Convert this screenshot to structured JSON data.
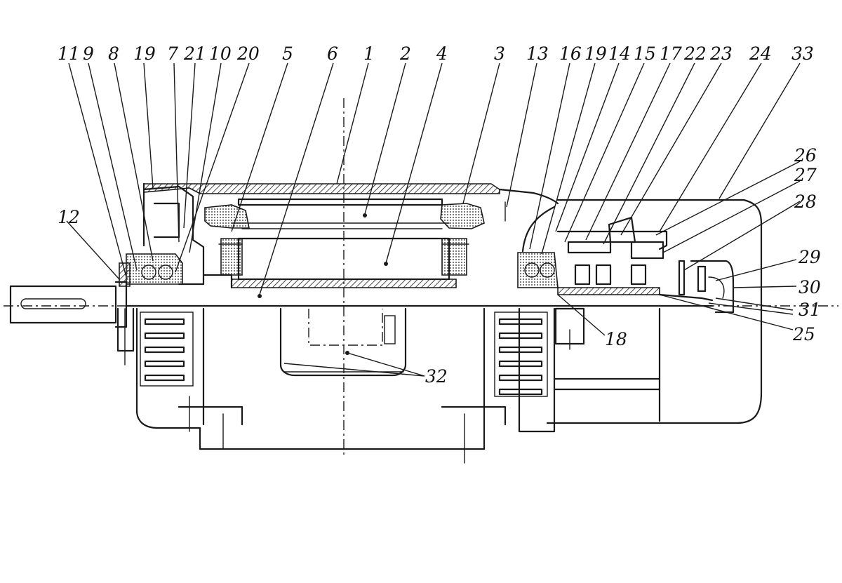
{
  "figure": {
    "callouts": [
      {
        "id": "c11",
        "text": "11"
      },
      {
        "id": "c9",
        "text": "9"
      },
      {
        "id": "c8",
        "text": "8"
      },
      {
        "id": "c19a",
        "text": "19"
      },
      {
        "id": "c7",
        "text": "7"
      },
      {
        "id": "c21",
        "text": "21"
      },
      {
        "id": "c10",
        "text": "10"
      },
      {
        "id": "c20",
        "text": "20"
      },
      {
        "id": "c5",
        "text": "5"
      },
      {
        "id": "c6",
        "text": "6"
      },
      {
        "id": "c1",
        "text": "1"
      },
      {
        "id": "c2",
        "text": "2"
      },
      {
        "id": "c4",
        "text": "4"
      },
      {
        "id": "c3",
        "text": "3"
      },
      {
        "id": "c13",
        "text": "13"
      },
      {
        "id": "c16",
        "text": "16"
      },
      {
        "id": "c19b",
        "text": "19"
      },
      {
        "id": "c14",
        "text": "14"
      },
      {
        "id": "c15",
        "text": "15"
      },
      {
        "id": "c17",
        "text": "17"
      },
      {
        "id": "c22",
        "text": "22"
      },
      {
        "id": "c23",
        "text": "23"
      },
      {
        "id": "c24",
        "text": "24"
      },
      {
        "id": "c33",
        "text": "33"
      },
      {
        "id": "c12",
        "text": "12"
      },
      {
        "id": "c26",
        "text": "26"
      },
      {
        "id": "c27",
        "text": "27"
      },
      {
        "id": "c28",
        "text": "28"
      },
      {
        "id": "c29",
        "text": "29"
      },
      {
        "id": "c30",
        "text": "30"
      },
      {
        "id": "c31",
        "text": "31"
      },
      {
        "id": "c25",
        "text": "25"
      },
      {
        "id": "c18",
        "text": "18"
      },
      {
        "id": "c32",
        "text": "32"
      }
    ]
  }
}
